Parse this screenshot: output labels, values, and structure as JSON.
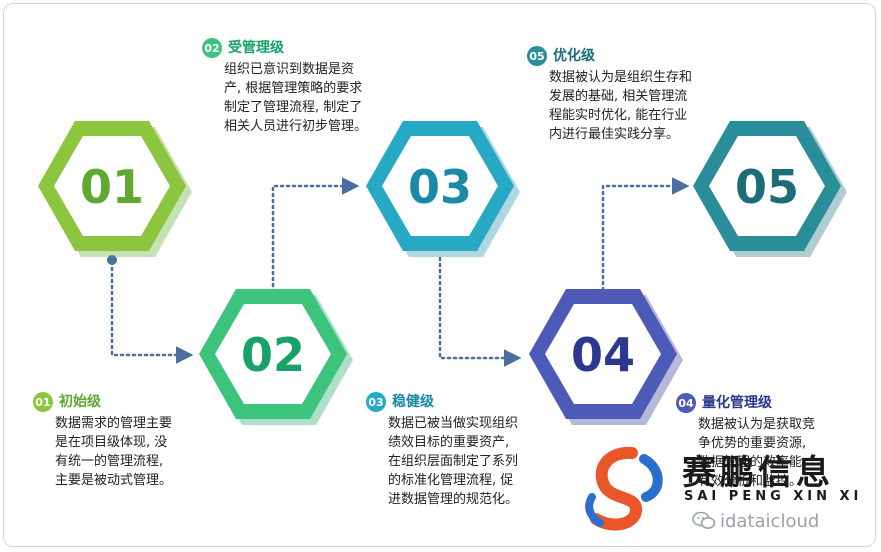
{
  "steps": [
    {
      "num": "01",
      "badge": "01",
      "title": "初始级",
      "color": "#8cc63f",
      "colorDark": "#5fa832",
      "body": "数据需求的管理主要\n是在项目级体现, 没\n有统一的管理流程,\n主要是被动式管理。"
    },
    {
      "num": "02",
      "badge": "02",
      "title": "受管理级",
      "color": "#3cc47c",
      "colorDark": "#17a267",
      "body": "组织已意识到数据是资\n产, 根据管理策略的要求\n制定了管理流程, 制定了\n相关人员进行初步管理。"
    },
    {
      "num": "03",
      "badge": "03",
      "title": "稳健级",
      "color": "#27a9c6",
      "colorDark": "#1a8aa8",
      "body": "数据已被当做实现组织\n绩效目标的重要资产,\n在组织层面制定了系列\n的标准化管理流程, 促\n进数据管理的规范化。"
    },
    {
      "num": "04",
      "badge": "04",
      "title": "量化管理级",
      "color": "#4d5ab8",
      "colorDark": "#2c3790",
      "body": "数据被认为是获取竞\n争优势的重要资源,\n数据管理的效率能\n有效分析和监控。"
    },
    {
      "num": "05",
      "badge": "05",
      "title": "优化级",
      "color": "#2a8e9a",
      "colorDark": "#1d6d78",
      "body": "数据被认为是组织生存和\n发展的基础, 相关管理流\n程能实时优化, 能在行业\n内进行最佳实践分享。"
    }
  ],
  "logo": {
    "name_cn": "赛鹏信息",
    "name_en": "SAI PENG XIN XI",
    "handle": "idataicloud",
    "wechat_icon": "wechat-icon"
  },
  "connector_color": "#4a6ea0"
}
